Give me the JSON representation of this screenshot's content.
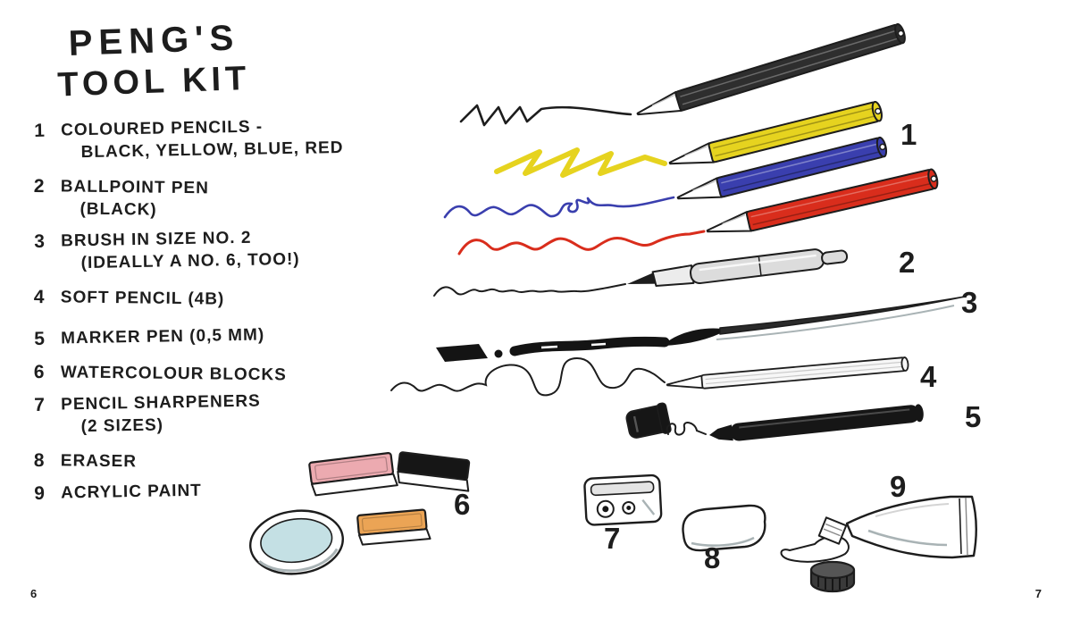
{
  "page": {
    "title_line1": "PENG'S",
    "title_line2": "TOOL KIT",
    "page_number_left": "6",
    "page_number_right": "7"
  },
  "list": {
    "items": [
      {
        "num": "1",
        "line1": "COLOURED PENCILS -",
        "line2": "BLACK, YELLOW, BLUE, RED"
      },
      {
        "num": "2",
        "line1": "BALLPOINT PEN",
        "line2": "(BLACK)"
      },
      {
        "num": "3",
        "line1": "BRUSH IN SIZE NO. 2",
        "line2": "(IDEALLY A NO. 6, TOO!)"
      },
      {
        "num": "4",
        "line1": "SOFT PENCIL (4B)"
      },
      {
        "num": "5",
        "line1": "MARKER PEN (0,5 MM)"
      },
      {
        "num": "6",
        "line1": "WATERCOLOUR BLOCKS"
      },
      {
        "num": "7",
        "line1": "PENCIL SHARPENERS",
        "line2": "(2 SIZES)"
      },
      {
        "num": "8",
        "line1": "ERASER"
      },
      {
        "num": "9",
        "line1": "ACRYLIC PAINT"
      }
    ]
  },
  "illustration": {
    "labels": {
      "l1": "1",
      "l2": "2",
      "l3": "3",
      "l4": "4",
      "l5": "5",
      "l6": "6",
      "l7": "7",
      "l8": "8",
      "l9": "9"
    },
    "items": [
      "coloured-pencils",
      "ballpoint-pen",
      "brush",
      "soft-pencil",
      "marker-pen",
      "watercolour-blocks",
      "pencil-sharpener",
      "eraser",
      "acrylic-paint-tube"
    ],
    "colors": {
      "ink": "#1d1d1d",
      "yellow": "#e6d31f",
      "blue": "#3a3fae",
      "red": "#d92d1c",
      "pink": "#ecaab0",
      "orange": "#eba455",
      "teal": "#c4e0e4",
      "pengray": "#dcdcdc",
      "shade": "#a9b3b5"
    }
  }
}
